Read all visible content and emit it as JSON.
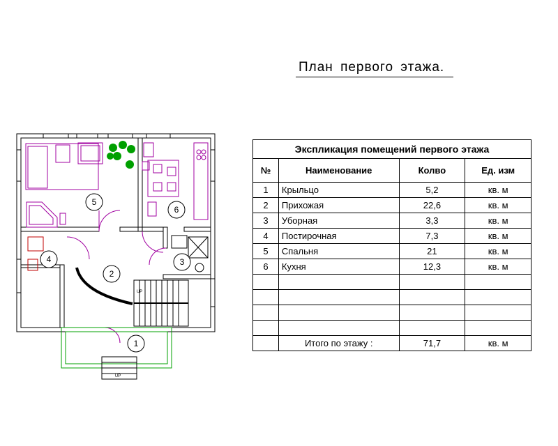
{
  "title": "План  первого  этажа.",
  "table": {
    "caption": "Экспликация помещений первого этажа",
    "headers": {
      "no": "№",
      "name": "Наименование",
      "qty": "Колво",
      "unit": "Ед. изм"
    },
    "rows": [
      {
        "no": "1",
        "name": "Крыльцо",
        "qty": "5,2",
        "unit": "кв. м"
      },
      {
        "no": "2",
        "name": "Прихожая",
        "qty": "22,6",
        "unit": "кв. м"
      },
      {
        "no": "3",
        "name": "Уборная",
        "qty": "3,3",
        "unit": "кв. м"
      },
      {
        "no": "4",
        "name": "Постирочная",
        "qty": "7,3",
        "unit": "кв. м"
      },
      {
        "no": "5",
        "name": "Спальня",
        "qty": "21",
        "unit": "кв. м"
      },
      {
        "no": "6",
        "name": "Кухня",
        "qty": "12,3",
        "unit": "кв. м"
      }
    ],
    "empty_rows": 4,
    "total": {
      "label": "Итого по этажу :",
      "qty": "71,7",
      "unit": "кв. м"
    }
  },
  "plan": {
    "room_labels": [
      "1",
      "2",
      "3",
      "4",
      "5",
      "6"
    ],
    "stair_labels": [
      "UP",
      "UP"
    ],
    "colors": {
      "walls": "#000000",
      "furniture": "#a000a0",
      "plants": "#00a000",
      "porch": "#00a000",
      "fixtures": "#c00000"
    }
  }
}
